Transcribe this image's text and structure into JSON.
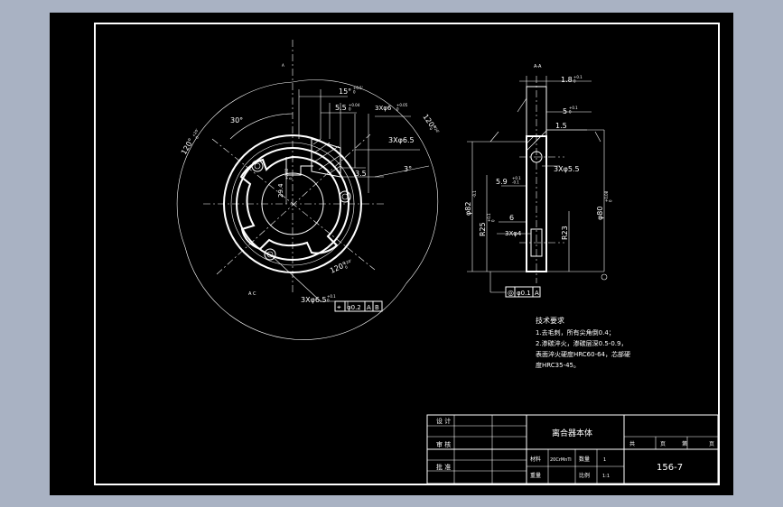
{
  "main_view": {
    "section_label": "A-A",
    "dims": {
      "angle_15": "15°",
      "angle_15_tol": "+0.5'\n0",
      "d_5_5": "5.5",
      "d_5_5_tol": "+0.04\n0",
      "holes_6": "3Xφ6",
      "holes_6_tol": "+0.05\n0",
      "holes_6_5_top": "3Xφ6.5",
      "d_3_5": "3.5",
      "angle_3": "3°",
      "angle_30": "30°",
      "angle_120_left": "120°",
      "angle_120_left_tol": "+20'\n0",
      "angle_120_right": "120°",
      "angle_120_right_tol": "+20'\n0",
      "angle_120_bottom": "120°",
      "angle_120_bottom_tol": "+20'\n0",
      "d_29": "29.4",
      "d_29_tol": "+0.02\n0",
      "holes_6_5_bottom": "3Xφ6.5",
      "holes_6_5_bottom_tol": "+0.1\n0",
      "corner_label": "A C"
    },
    "position_frame": [
      "⌖",
      "φ0.2",
      "A",
      "B"
    ]
  },
  "side_view": {
    "dims": {
      "d_1_8": "1.8",
      "d_1_8_tol": "+0.1\n0",
      "d_5": "5",
      "d_5_tol": "+0.1\n0",
      "d_1_5": "1.5",
      "holes_5_5": "3Xφ5.5",
      "d_5_9": "5.9",
      "d_5_9_tol": "+0.1\n-0.1",
      "phi_82": "φ82",
      "phi_82_tol": "-0.1",
      "phi_80": "φ80",
      "phi_80_tol": "+0.08\n0",
      "r_25": "R25",
      "r_25_tol": "+0.1\n0",
      "d_6": "6",
      "holes_4": "3Xφ4",
      "r_23": "R23"
    },
    "coax_frame": [
      "◎",
      "φ0.1",
      "A"
    ]
  },
  "tech_notes": {
    "heading": "技术要求",
    "lines": [
      "1.去毛刺，所有尖角倒0.4；",
      "2.渗碳淬火，渗碳层深0.5-0.9，",
      "表面淬火硬度HRC60-64，芯部硬",
      "度HRC35-45。"
    ]
  },
  "title_block": {
    "part_name": "离合器本体",
    "drawing_number": "156-7",
    "design": "设 计",
    "check": "审 核",
    "approve": "批 准",
    "material_label": "材料",
    "material_value": "20CrMnTi",
    "quantity_label": "数量",
    "quantity_value": "1",
    "weight_label": "重量",
    "scale_label": "比例",
    "scale_value": "1:1",
    "sheet_total": "共",
    "sheet_unit": "页",
    "sheet_no": "第",
    "sheet_unit2": "页"
  }
}
